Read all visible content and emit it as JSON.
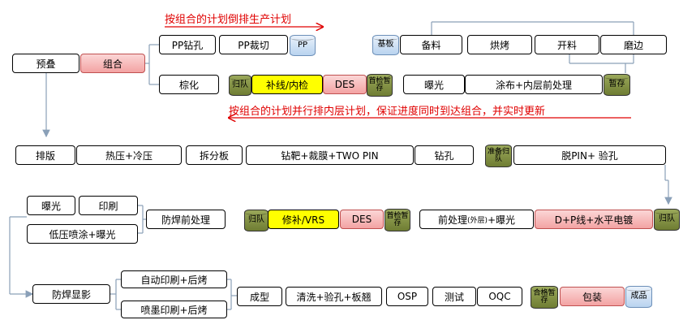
{
  "notes": {
    "top": "按组合的计划倒排生产计划",
    "middle": "按组合的计划并行排内层计划，保证进度同时到达组合，并实时更新"
  },
  "row1": {
    "preassemble": "预叠",
    "combine": "组合",
    "pp_drill": "PP钻孔",
    "pp_cut": "PP裁切",
    "pp": "PP",
    "brown": "棕化",
    "return1": "归队",
    "repair_inspect": "补线/内检",
    "des1": "DES",
    "first_check_store": "首检暂存",
    "substrate": "基板",
    "prepare": "备料",
    "bake": "烘烤",
    "cut": "开料",
    "edge": "磨边",
    "expose1": "曝光",
    "coating": "涂布+内层前处理",
    "store1": "暂存"
  },
  "row2": {
    "layout": "排版",
    "press": "热压+冷压",
    "split": "拆分板",
    "target": "钻靶+裁膜+TWO PIN",
    "drill": "钻孔",
    "ready_return": "准备归队",
    "pin_check": "脱PIN+ 验孔"
  },
  "row3": {
    "expose2": "曝光",
    "print": "印刷",
    "lowpress": "低压喷涂+曝光",
    "pre_solder": "防焊前处理",
    "return2": "归队",
    "repair_vrs": "修补/VRS",
    "des2": "DES",
    "first_check_store2": "首检暂存",
    "pretreat_main": "前处理",
    "pretreat_small": "(外层)",
    "pretreat_tail": "+曝光",
    "dp_plating": "D+P线+水平电镀",
    "return3": "归队"
  },
  "row4": {
    "solder_dev": "防焊显影",
    "auto_print": "自动印刷+后烤",
    "ink_print": "喷墨印刷+后烤",
    "form": "成型",
    "clean": "清洗+验孔+板翘",
    "osp": "OSP",
    "test": "测试",
    "oqc": "OQC",
    "pack_store": "合格暂存",
    "pack": "包装",
    "finished": "成品"
  }
}
